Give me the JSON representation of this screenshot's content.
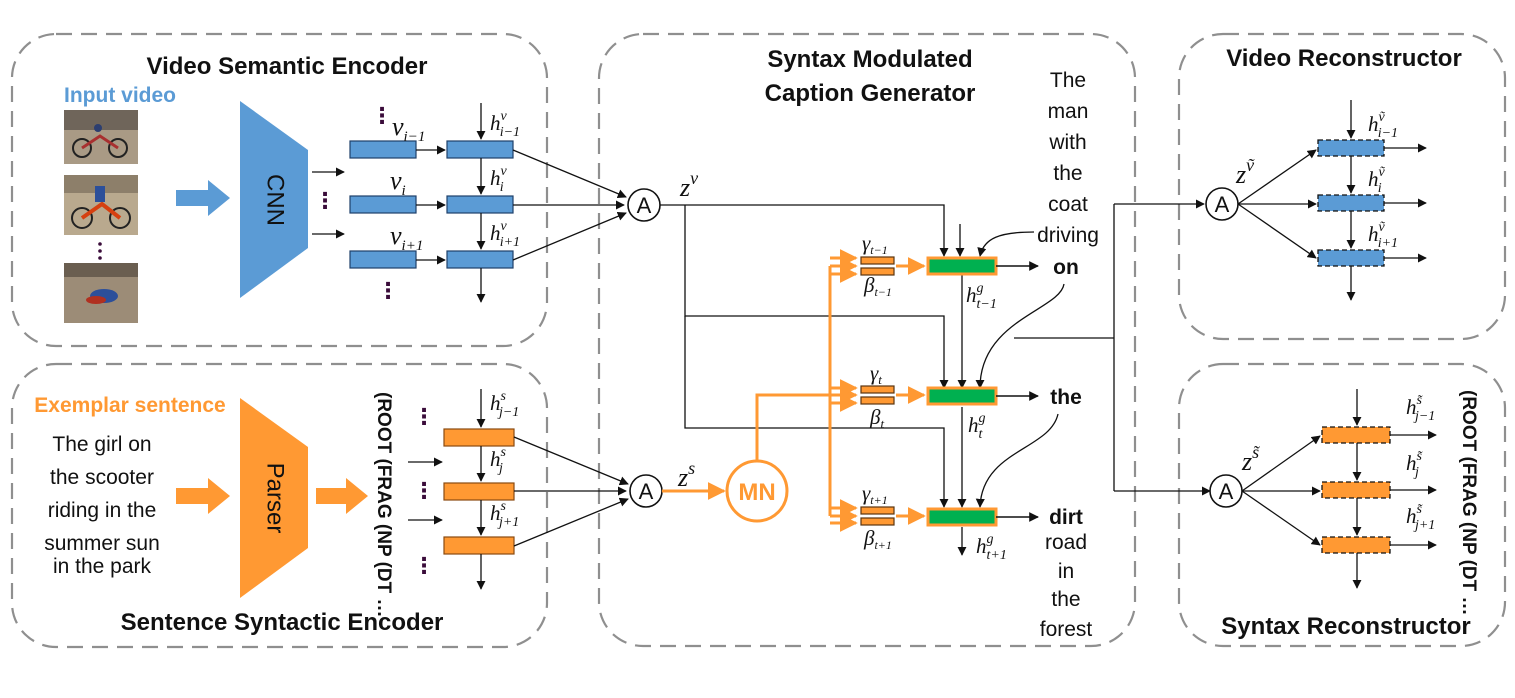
{
  "colors": {
    "video": "#5b9bd5",
    "syntax": "#ff9933",
    "gen": "#00b050",
    "border": "#8f8f8f",
    "dots": "#3a0c3a"
  },
  "video_encoder": {
    "title": "Video Semantic Encoder",
    "input_label": "Input video",
    "cnn": "CNN",
    "features": [
      "v",
      "v",
      "v"
    ],
    "feature_subs": [
      "i−1",
      "i",
      "i+1"
    ],
    "hidden_sub": [
      "i−1",
      "i",
      "i+1"
    ],
    "hidden_sup": "v",
    "h": "h"
  },
  "syntax_encoder": {
    "title": "Sentence Syntactic Encoder",
    "input_label": "Exemplar sentence",
    "sentence_lines": [
      "The girl on",
      "the scooter",
      "riding in the",
      "summer sun",
      "in the park"
    ],
    "parser": "Parser",
    "parse_tree": "(ROOT (FRAG (NP (DT …",
    "hidden_sub": [
      "j−1",
      "j",
      "j+1"
    ],
    "hidden_sup": "s",
    "h": "h"
  },
  "generator": {
    "title_lines": [
      "Syntax Modulated",
      "Caption Generator"
    ],
    "attn": "A",
    "zv": "z",
    "zv_sup": "v",
    "zs": "z",
    "zs_sup": "s",
    "mn": "MN",
    "gamma": "γ",
    "beta": "β",
    "mod_subs": [
      "t−1",
      "t",
      "t+1"
    ],
    "hidden_sub": [
      "t−1",
      "t",
      "t+1"
    ],
    "hidden_sup": "g",
    "h": "h",
    "caption_top": [
      "The",
      "man",
      "with",
      "the",
      "coat",
      "driving"
    ],
    "outputs": [
      "on",
      "the",
      "dirt"
    ],
    "caption_bottom": [
      "road",
      "in",
      "the",
      "forest"
    ]
  },
  "video_reconstructor": {
    "title": "Video Reconstructor",
    "attn": "A",
    "z": "z",
    "z_sup": "ṽ",
    "hidden_sub": [
      "i−1",
      "i",
      "i+1"
    ],
    "hidden_sup": "ṽ",
    "h": "h"
  },
  "syntax_reconstructor": {
    "title": "Syntax Reconstructor",
    "attn": "A",
    "z": "z",
    "z_sup": "s̃",
    "hidden_sub": [
      "j−1",
      "j",
      "j+1"
    ],
    "hidden_sup": "s̃",
    "h": "h",
    "parse_tree": "(ROOT (FRAG (NP (DT …"
  }
}
